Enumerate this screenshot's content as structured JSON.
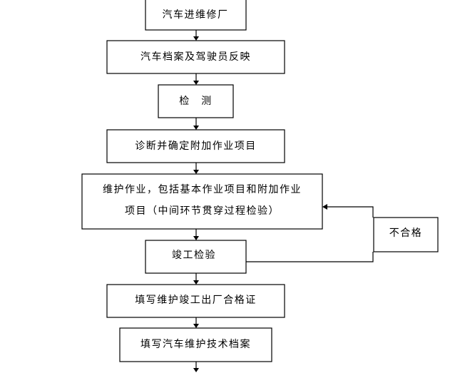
{
  "flowchart": {
    "steps": [
      {
        "lines": [
          "汽车进维修厂"
        ]
      },
      {
        "lines": [
          "汽车档案及驾驶员反映"
        ]
      },
      {
        "lines": [
          "检　测"
        ]
      },
      {
        "lines": [
          "诊断并确定附加作业项目"
        ]
      },
      {
        "lines": [
          "维护作业，包括基本作业项目和附加作业",
          "项目（中间环节贯穿过程检验）"
        ]
      },
      {
        "lines": [
          "竣工检验"
        ]
      },
      {
        "lines": [
          "填写维护竣工出厂合格证"
        ]
      },
      {
        "lines": [
          "填写汽车维护技术档案"
        ]
      }
    ],
    "feedback": {
      "lines": [
        "不合格"
      ]
    }
  }
}
